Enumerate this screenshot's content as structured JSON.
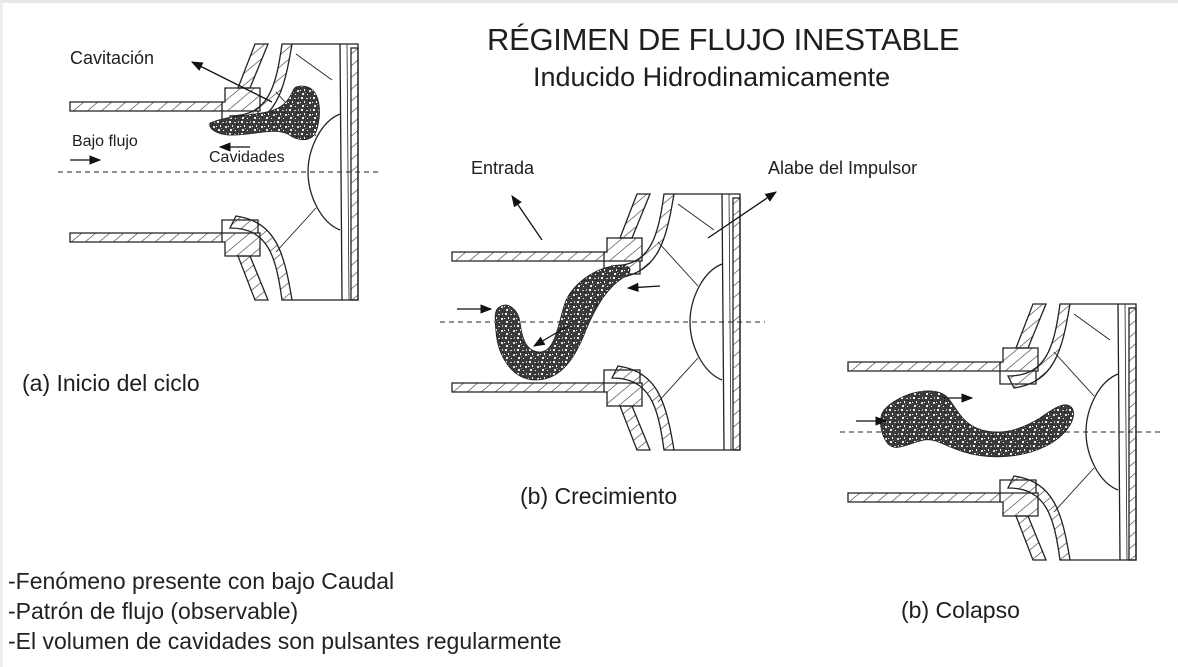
{
  "title": "RÉGIMEN DE FLUJO INESTABLE",
  "subtitle": "Inducido Hidrodinamicamente",
  "labels": {
    "cavitacion": "Cavitación",
    "bajo_flujo": "Bajo flujo",
    "cavidades": "Cavidades",
    "entrada": "Entrada",
    "alabe": "Alabe del Impulsor"
  },
  "captions": {
    "a": "(a) Inicio del ciclo",
    "b": "(b) Crecimiento",
    "c": "(b) Colapso"
  },
  "notes": [
    "-Fenómeno presente con bajo Caudal",
    "-Patrón de flujo (observable)",
    "-El volumen de cavidades son pulsantes regularmente"
  ]
}
